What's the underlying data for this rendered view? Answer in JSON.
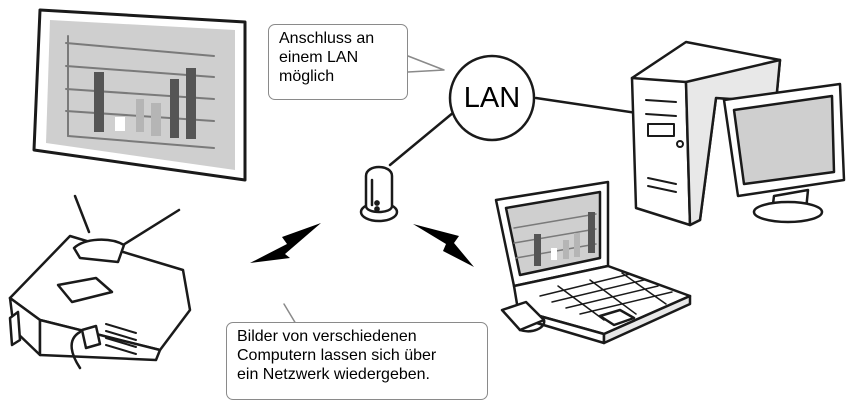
{
  "callouts": {
    "lan_note": [
      "Anschluss an",
      "einem LAN",
      "möglich"
    ],
    "network_note": [
      "Bilder von verschiedenen",
      "Computern lassen sich über",
      "ein Netzwerk wiedergeben."
    ]
  },
  "lan_label": "LAN",
  "icons": [
    "projection-screen-icon",
    "projector-icon",
    "wireless-access-point-icon",
    "lan-hub-icon",
    "desktop-computer-icon",
    "laptop-icon",
    "wireless-signal-icon"
  ],
  "colors": {
    "line": "#1a1a1a",
    "screen_bg": "#cfcfcf",
    "bar_dark": "#555555",
    "bar_light": "#b5b5b5",
    "callout_border": "#8a8a8a"
  }
}
